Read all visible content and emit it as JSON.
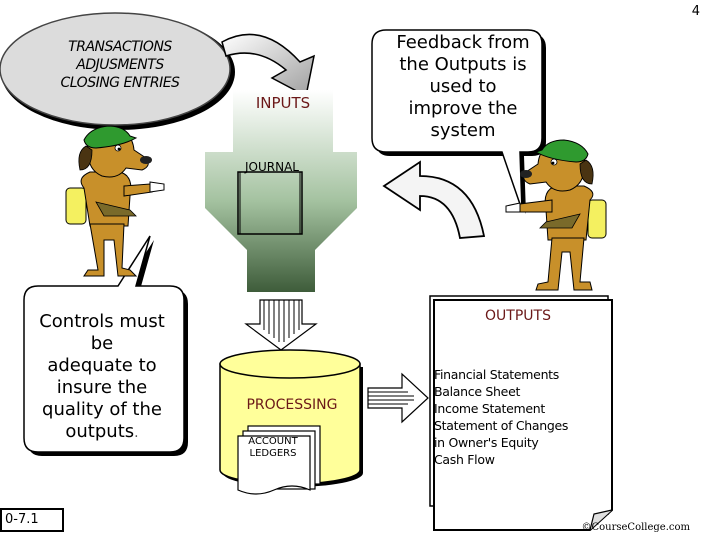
{
  "page_number": "4",
  "cloud": {
    "lines": [
      "TRANSACTIONS",
      "ADJUSMENTS",
      "CLOSING ENTRIES"
    ]
  },
  "inputs_label": "INPUTS",
  "journal_label": "JOURNAL",
  "feedback_bubble": {
    "lines": [
      "Feedback from",
      "the Outputs is",
      "used to",
      "improve the",
      "system"
    ]
  },
  "controls_bubble": {
    "lines": [
      "Controls must",
      "be",
      "adequate to",
      "insure the",
      "quality of the",
      "outputs"
    ],
    "end_punct": "."
  },
  "processing_label": "PROCESSING",
  "ledgers_label": [
    "ACCOUNT",
    "LEDGERS"
  ],
  "outputs": {
    "title": "OUTPUTS",
    "items": [
      "Financial Statements",
      "Balance Sheet",
      "Income Statement",
      "Statement of Changes",
      "in Owner's Equity",
      "Cash Flow"
    ]
  },
  "slide_number": "0-7.1",
  "copyright": "©CourseCollege.com",
  "colors": {
    "label_red": "#6b1818",
    "funnel_top": "#ffffff",
    "funnel_bottom": "#3e5c3a",
    "cylinder": "#ffff9a",
    "dog_body": "#c8902a",
    "dog_hat": "#2f9a2f",
    "backpack": "#f4f060"
  }
}
